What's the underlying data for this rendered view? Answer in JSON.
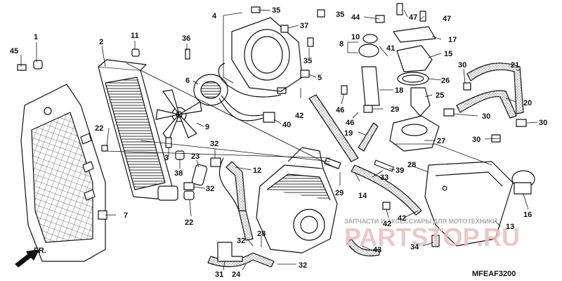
{
  "diagram": {
    "code": "MFEAF3200",
    "front_marker": "FR.",
    "watermark_small": "ЗАПЧАСТИ И АКСЕССУАРЫ ДЛЯ МОТОТЕХНИКИ",
    "watermark_big": "PARTSTOP.RU",
    "colors": {
      "line": "#111111",
      "hatch": "#333333",
      "watermark": "#e8c0c0",
      "watermark_small": "#aaaaaa"
    }
  },
  "callouts": [
    "1",
    "2",
    "3",
    "4",
    "5",
    "6",
    "7",
    "8",
    "9",
    "10",
    "11",
    "12",
    "13",
    "14",
    "15",
    "16",
    "17",
    "18",
    "19",
    "20",
    "21",
    "22",
    "23",
    "24",
    "25",
    "26",
    "27",
    "28",
    "29",
    "30",
    "31",
    "32",
    "33",
    "34",
    "35",
    "36",
    "37",
    "38",
    "39",
    "40",
    "41",
    "42",
    "43",
    "44",
    "45",
    "46",
    "47"
  ],
  "labels": [
    {
      "id": "l45",
      "text": "45"
    },
    {
      "id": "l1",
      "text": "1"
    },
    {
      "id": "l2",
      "text": "2"
    },
    {
      "id": "l11",
      "text": "11"
    },
    {
      "id": "l36",
      "text": "36"
    },
    {
      "id": "l6",
      "text": "6"
    },
    {
      "id": "l4",
      "text": "4"
    },
    {
      "id": "l35a",
      "text": "35"
    },
    {
      "id": "l37",
      "text": "37"
    },
    {
      "id": "l35b",
      "text": "35"
    },
    {
      "id": "l35c",
      "text": "35"
    },
    {
      "id": "l5",
      "text": "5"
    },
    {
      "id": "l44",
      "text": "44"
    },
    {
      "id": "l47a",
      "text": "47"
    },
    {
      "id": "l47b",
      "text": "47"
    },
    {
      "id": "l8",
      "text": "8"
    },
    {
      "id": "l10",
      "text": "10"
    },
    {
      "id": "l17",
      "text": "17"
    },
    {
      "id": "l41",
      "text": "41"
    },
    {
      "id": "l15",
      "text": "15"
    },
    {
      "id": "l26",
      "text": "26"
    },
    {
      "id": "l18",
      "text": "18"
    },
    {
      "id": "l25",
      "text": "25"
    },
    {
      "id": "l46a",
      "text": "46"
    },
    {
      "id": "l29a",
      "text": "29"
    },
    {
      "id": "l46b",
      "text": "46"
    },
    {
      "id": "l19",
      "text": "19"
    },
    {
      "id": "l27",
      "text": "27"
    },
    {
      "id": "l30a",
      "text": "30"
    },
    {
      "id": "l21",
      "text": "21"
    },
    {
      "id": "l20",
      "text": "20"
    },
    {
      "id": "l30b",
      "text": "30"
    },
    {
      "id": "l30c",
      "text": "30"
    },
    {
      "id": "l30d",
      "text": "30"
    },
    {
      "id": "l22a",
      "text": "22"
    },
    {
      "id": "l9",
      "text": "9"
    },
    {
      "id": "l3",
      "text": "3"
    },
    {
      "id": "l23",
      "text": "23"
    },
    {
      "id": "l32a",
      "text": "32"
    },
    {
      "id": "l38",
      "text": "38"
    },
    {
      "id": "l40",
      "text": "40"
    },
    {
      "id": "l42a",
      "text": "42"
    },
    {
      "id": "l12",
      "text": "12"
    },
    {
      "id": "l32b",
      "text": "32"
    },
    {
      "id": "l22b",
      "text": "22"
    },
    {
      "id": "l7",
      "text": "7"
    },
    {
      "id": "l33",
      "text": "33"
    },
    {
      "id": "l39",
      "text": "39"
    },
    {
      "id": "l28a",
      "text": "28"
    },
    {
      "id": "l29b",
      "text": "29"
    },
    {
      "id": "l14",
      "text": "14"
    },
    {
      "id": "l42b",
      "text": "42"
    },
    {
      "id": "l42c",
      "text": "42"
    },
    {
      "id": "l13",
      "text": "13"
    },
    {
      "id": "l16",
      "text": "16"
    },
    {
      "id": "l28b",
      "text": "28"
    },
    {
      "id": "l32c",
      "text": "32"
    },
    {
      "id": "l31",
      "text": "31"
    },
    {
      "id": "l24",
      "text": "24"
    },
    {
      "id": "l32d",
      "text": "32"
    },
    {
      "id": "l43",
      "text": "43"
    },
    {
      "id": "l34",
      "text": "34"
    }
  ]
}
